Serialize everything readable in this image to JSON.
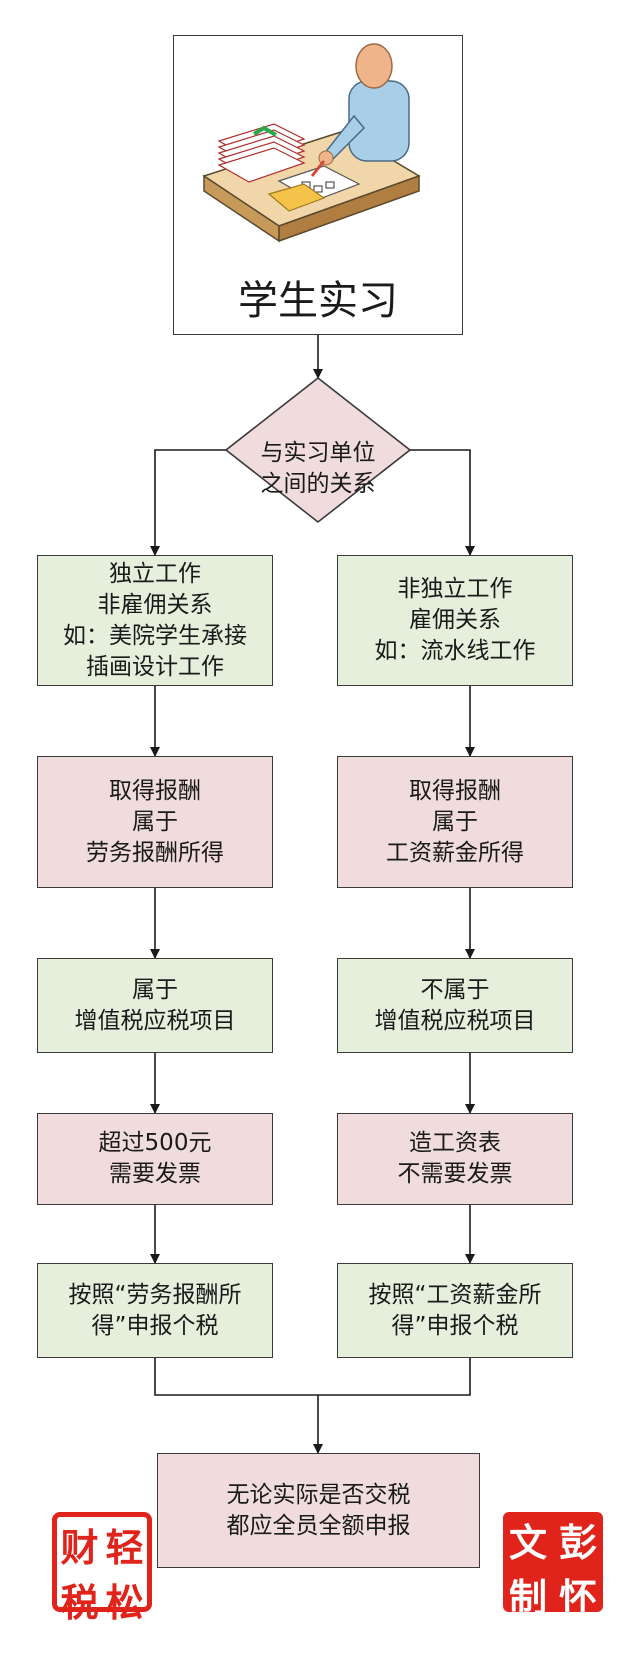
{
  "top": {
    "title": "学生实习",
    "icon": "student-at-desk-icon"
  },
  "decision": {
    "lines": [
      "与实习单位",
      "之间的关系"
    ]
  },
  "left": [
    {
      "lines": [
        "独立工作",
        "非雇佣关系",
        "如：美院学生承接",
        "插画设计工作"
      ]
    },
    {
      "lines": [
        "取得报酬",
        "属于",
        "劳务报酬所得"
      ]
    },
    {
      "lines": [
        "属于",
        "增值税应税项目"
      ]
    },
    {
      "lines": [
        "超过500元",
        "需要发票"
      ]
    },
    {
      "lines": [
        "按照“劳务报酬所",
        "得”申报个税"
      ]
    }
  ],
  "right": [
    {
      "lines": [
        "非独立工作",
        "雇佣关系",
        "如：流水线工作"
      ]
    },
    {
      "lines": [
        "取得报酬",
        "属于",
        "工资薪金所得"
      ]
    },
    {
      "lines": [
        "不属于",
        "增值税应税项目"
      ]
    },
    {
      "lines": [
        "造工资表",
        "不需要发票"
      ]
    },
    {
      "lines": [
        "按照“工资薪金所",
        "得”申报个税"
      ]
    }
  ],
  "final": {
    "lines": [
      "无论实际是否交税",
      "都应全员全额申报"
    ]
  },
  "seals": {
    "left": [
      "财",
      "轻",
      "税",
      "松"
    ],
    "right": [
      "文",
      "彭",
      "制",
      "怀"
    ]
  },
  "colors": {
    "green": "#e6efdc",
    "pink": "#f0dcdd",
    "seal": "#e0241b",
    "line": "#3a3a3a"
  }
}
